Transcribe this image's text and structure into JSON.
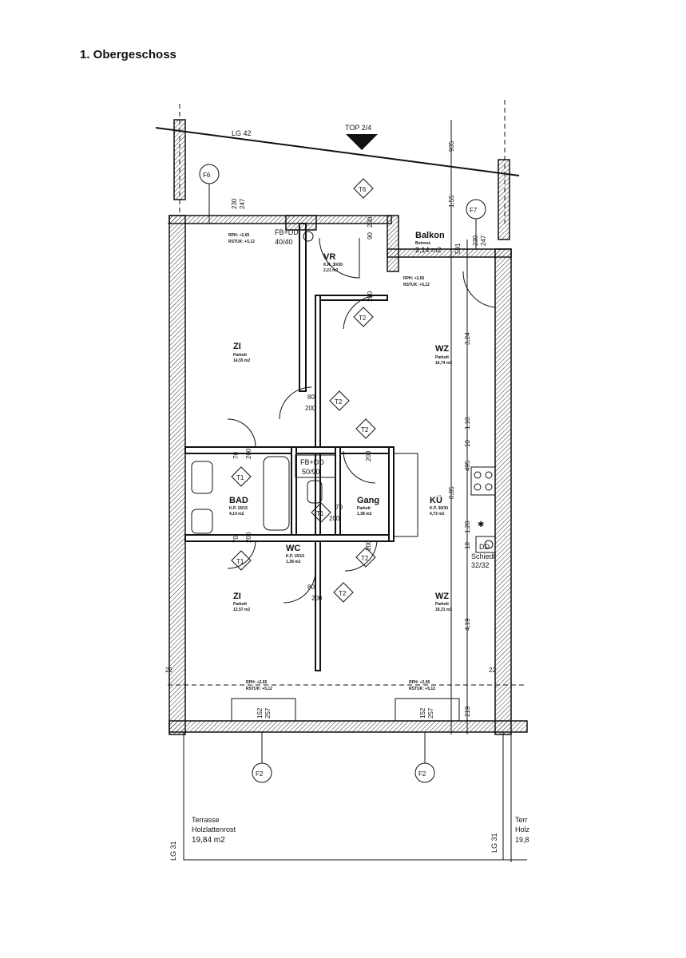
{
  "page": {
    "title": "1. Obergeschoss"
  },
  "top_label": "TOP 2/4",
  "lg": {
    "top": "LG 42",
    "left": "LG 31",
    "right": "LG 31"
  },
  "rooms": {
    "zi_top": {
      "name": "ZI",
      "floor": "Parkett",
      "area": "14,55 m2"
    },
    "wz_top": {
      "name": "WZ",
      "floor": "Parkett",
      "area": "16,74 m2"
    },
    "vr": {
      "name": "VR",
      "kp": "K.R. 30/30",
      "area": "2,21 m2"
    },
    "balkon": {
      "name": "Balkon",
      "floor": "Betonst.",
      "area": "2,14 m2"
    },
    "bad": {
      "name": "BAD",
      "kp": "K.P. 15/15",
      "area": "4,14 m2"
    },
    "gang": {
      "name": "Gang",
      "floor": "Parkett",
      "area": "1,38 m2"
    },
    "ku": {
      "name": "KÜ",
      "kp": "K.P. 30/30",
      "area": "4,73 m2"
    },
    "wc": {
      "name": "WC",
      "kp": "K.P. 15/15",
      "area": "1,38 m2"
    },
    "zi_bottom": {
      "name": "ZI",
      "floor": "Parkett",
      "area": "12,57 m2"
    },
    "wz_bottom": {
      "name": "WZ",
      "floor": "Parkett",
      "area": "18,31 m2"
    },
    "terrasse": {
      "name": "Terrasse",
      "floor": "Holzlattenrost",
      "area": "19,84 m2"
    },
    "terrasse_cut": {
      "name": "Terr",
      "floor": "Holz",
      "area": "19,8"
    }
  },
  "heights": {
    "rph_top_left": "RPH: +2,65",
    "rstuk_top_left": "RSTUK: +5,12",
    "rph_balkon": "RPH: +2,65",
    "rstuk_balkon": "RSTUK: +5,12",
    "rph_bot_left": "RPH: +2,65",
    "rstuk_bot_left": "RSTUK: +5,12",
    "rph_bot_right": "RPH: +2,65",
    "rstuk_bot_right": "RSTUK: +5,12"
  },
  "shafts": {
    "fb_top": "FB+DD",
    "fb_top_size": "40/40",
    "fb_mid": "FB+DD",
    "fb_mid_size": "50/90",
    "schied": "Schiedl",
    "schied_size": "32/32",
    "schied_abbr": "DD"
  },
  "tags": {
    "f6": "F6",
    "f7": "F7",
    "f2a": "F2",
    "f2b": "F2",
    "t6": "T6",
    "t2": "T2",
    "t1": "T1"
  },
  "dims": {
    "d80": "80",
    "d200": "200",
    "d90": "90",
    "d70": "70",
    "d230": "230",
    "d247": "247",
    "d155": "1,55",
    "d324": "3,24",
    "d110": "1,10",
    "d120": "1,20",
    "d085": "0,85",
    "d419": "4,19",
    "d935": "935",
    "d10": "10",
    "d495": "495",
    "d152": "152",
    "d257": "257",
    "d22": "22",
    "d219": "219",
    "d591": "591"
  }
}
